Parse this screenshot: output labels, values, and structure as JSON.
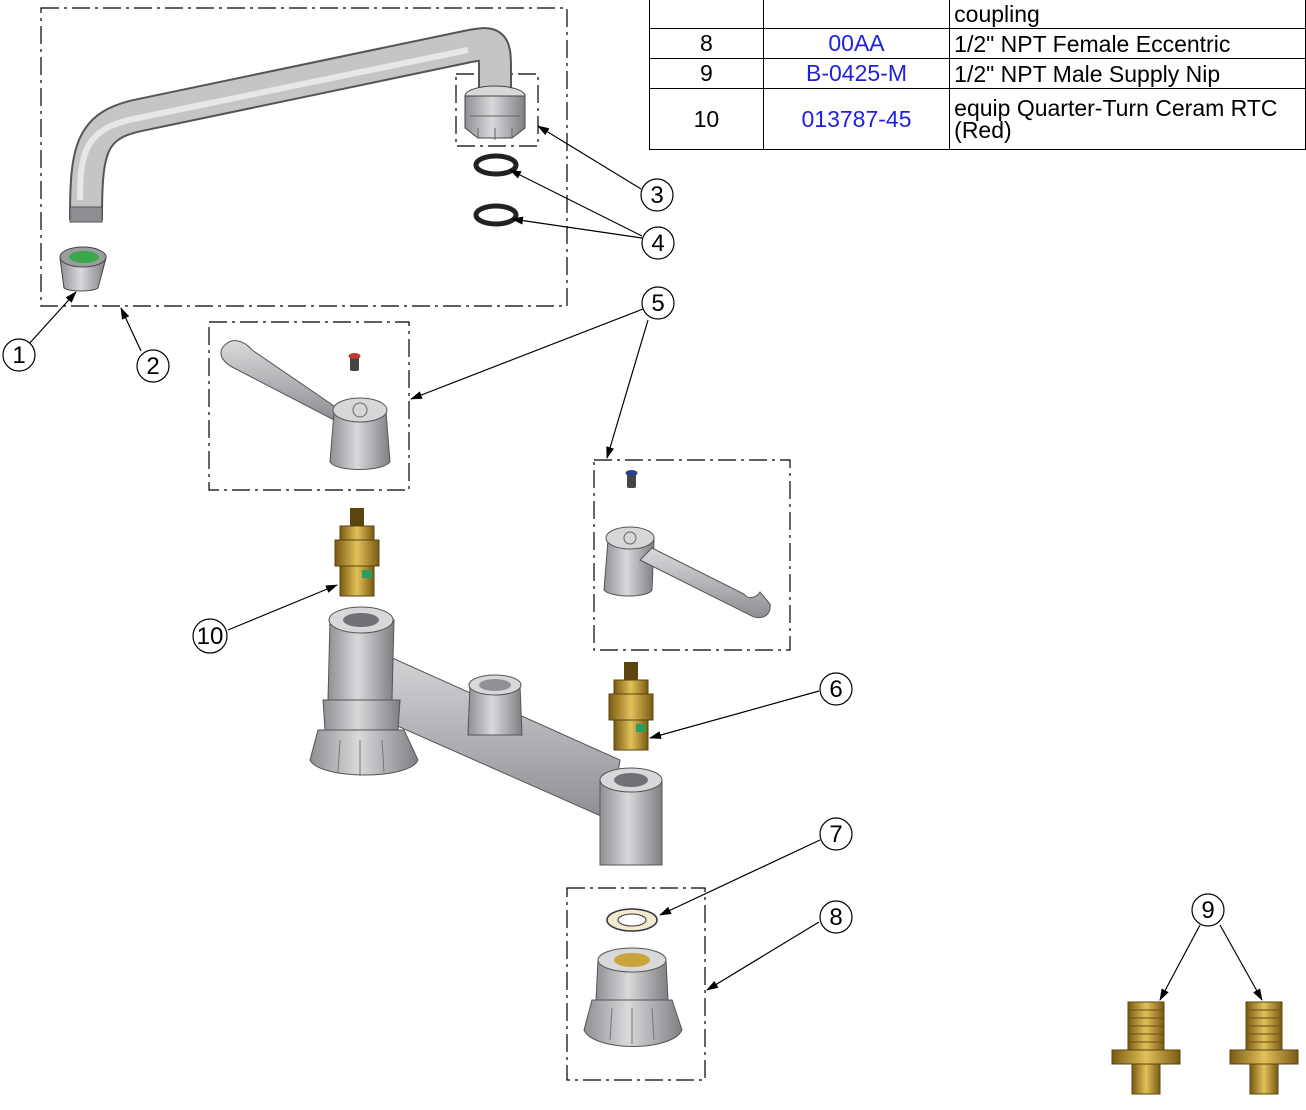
{
  "parts_table": {
    "rows": [
      {
        "item": "",
        "part_number": "",
        "description": "coupling"
      },
      {
        "item": "8",
        "part_number": "00AA",
        "description": "1/2\" NPT Female Eccentric"
      },
      {
        "item": "9",
        "part_number": "B-0425-M",
        "description": "1/2\" NPT Male Supply Nip"
      },
      {
        "item": "10",
        "part_number": "013787-45",
        "description": "equip Quarter-Turn Ceram RTC (Red)"
      }
    ]
  },
  "callouts": [
    {
      "id": "1",
      "label": "1"
    },
    {
      "id": "2",
      "label": "2"
    },
    {
      "id": "3",
      "label": "3"
    },
    {
      "id": "4",
      "label": "4"
    },
    {
      "id": "5",
      "label": "5"
    },
    {
      "id": "6",
      "label": "6"
    },
    {
      "id": "7",
      "label": "7"
    },
    {
      "id": "8",
      "label": "8"
    },
    {
      "id": "9",
      "label": "9"
    },
    {
      "id": "10",
      "label": "10"
    }
  ],
  "colors": {
    "part_link": "#2020e0",
    "metal_gray": "#b8b9bb",
    "brass": "#c9a43a",
    "aerator_green": "#3aa84a",
    "screw_red": "#c0392b",
    "screw_blue": "#2c3e8c"
  }
}
